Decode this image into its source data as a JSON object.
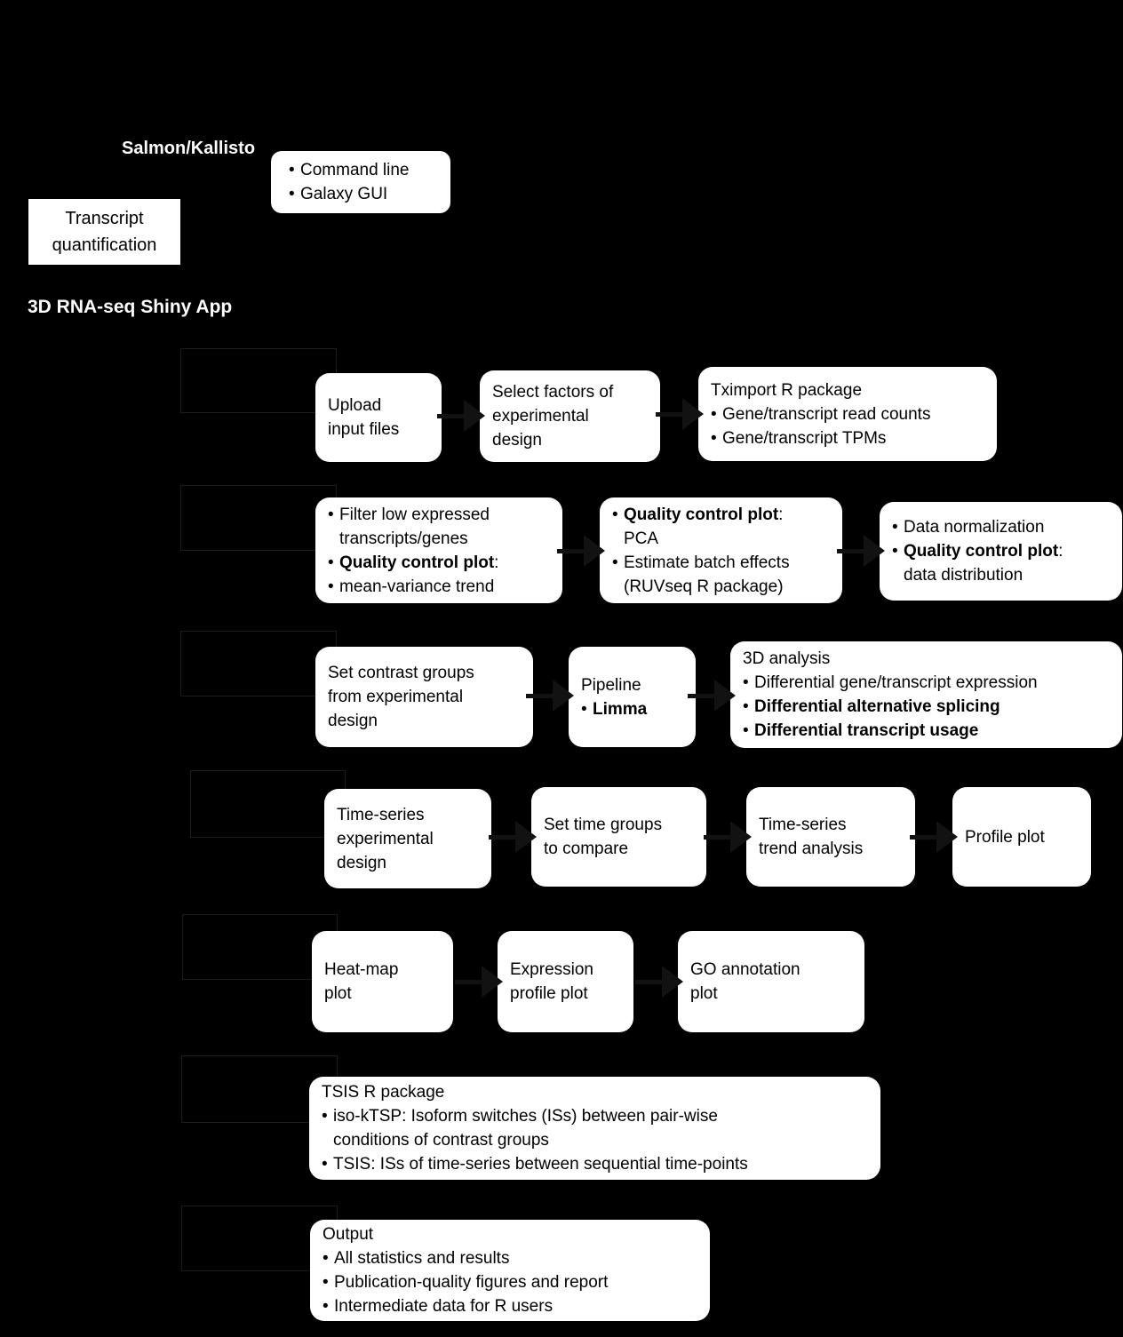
{
  "meta": {
    "bullet": "•"
  },
  "colors": {
    "background": "#000000",
    "node_fill": "#ffffff",
    "node_text": "#000000",
    "heading_text": "#ffffff",
    "arrow": "#121212",
    "placeholder_border": "#1c1c1c"
  },
  "header": {
    "salmon_kallisto_label": "Salmon/Kallisto",
    "quant_tools_box": {
      "item1": "Command line",
      "item2": "Galaxy GUI"
    },
    "transcript_quantification_box": {
      "line1": "Transcript",
      "line2": "quantification"
    },
    "shiny_app_label": "3D RNA-seq Shiny App"
  },
  "flowchart": {
    "upload_box": {
      "line1": "Upload",
      "line2": "input files"
    },
    "select_factors_box": {
      "line1": "Select factors of",
      "line2": "experimental",
      "line3": "design"
    },
    "tximport_box": {
      "title": "Tximport R package",
      "item1": "Gene/transcript read counts",
      "item2": "Gene/transcript TPMs"
    },
    "filter_box": {
      "item1a": "Filter low expressed",
      "item1b": "transcripts/genes",
      "item2_bold": "Quality control plot",
      "item2_suffix": ":",
      "item3": "mean-variance trend"
    },
    "qc_pca_box": {
      "item1_bold": "Quality control plot",
      "item1_suffix": ":",
      "item1b": "PCA",
      "item2": "Estimate batch effects",
      "item2b": "(RUVseq R package)"
    },
    "normalization_box": {
      "item1": "Data normalization",
      "item2_bold": "Quality control plot",
      "item2_suffix": ":",
      "item2b": "data distribution"
    },
    "contrast_box": {
      "line1": "Set contrast groups",
      "line2": "from experimental",
      "line3": "design"
    },
    "pipeline_box": {
      "title": "Pipeline",
      "item1_bold": "Limma"
    },
    "analysis_3d_box": {
      "title": "3D analysis",
      "item1": "Differential gene/transcript expression",
      "item2_bold": "Differential alternative splicing",
      "item3_bold": "Differential transcript usage"
    },
    "ts_design_box": {
      "line1": "Time-series",
      "line2": "experimental",
      "line3": "design"
    },
    "time_groups_box": {
      "line1": "Set time groups",
      "line2": "to compare"
    },
    "trend_box": {
      "line1": "Time-series",
      "line2": "trend analysis"
    },
    "profile_box": {
      "line1": "Profile plot"
    },
    "heatmap_box": {
      "line1": "Heat-map",
      "line2": "plot"
    },
    "expression_profile_box": {
      "line1": "Expression",
      "line2": "profile plot"
    },
    "go_box": {
      "line1": "GO annotation",
      "line2": "plot"
    },
    "tsis_box": {
      "title": "TSIS R package",
      "item1a": "iso-kTSP: Isoform switches (ISs) between pair-wise",
      "item1b": "conditions of contrast groups",
      "item2": "TSIS: ISs of time-series between sequential time-points"
    },
    "output_box": {
      "title": "Output",
      "item1": "All statistics and results",
      "item2": "Publication-quality figures and report",
      "item3": "Intermediate data for R users"
    }
  }
}
